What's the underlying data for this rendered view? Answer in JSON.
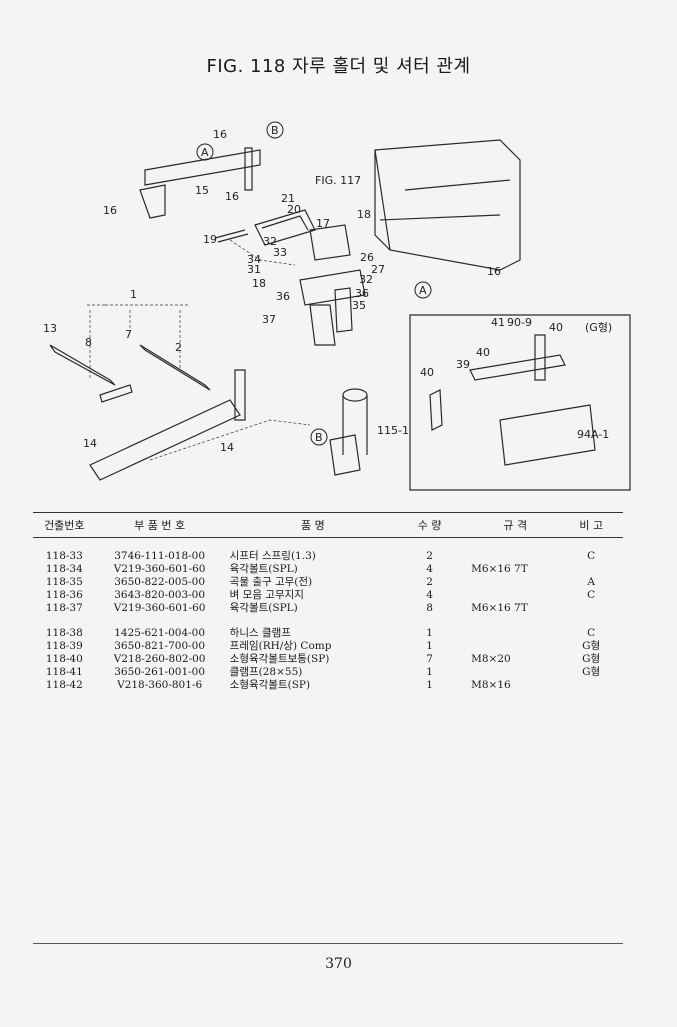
{
  "title": "FIG. 118 자루 홀더 및 셔터 관계",
  "diagram": {
    "callouts": [
      "16",
      "16",
      "15",
      "16",
      "16",
      "21",
      "20",
      "17",
      "18",
      "19",
      "32",
      "33",
      "34",
      "31",
      "26",
      "27",
      "32",
      "18",
      "36",
      "36",
      "35",
      "37",
      "16",
      "1",
      "13",
      "8",
      "7",
      "2",
      "14",
      "14",
      "41",
      "90-9",
      "40",
      "(G형)",
      "40",
      "40",
      "39",
      "94A-1",
      "115-1"
    ],
    "fig_ref": "FIG. 117",
    "markers": [
      "A",
      "B",
      "A",
      "B"
    ]
  },
  "table": {
    "headers": [
      "건출번호",
      "부 품 번 호",
      "품 명",
      "수 량",
      "규 격",
      "비 고"
    ],
    "rows": [
      {
        "ref": "118-33",
        "part": "3746-111-018-00",
        "name": "시프터 스프링(1.3)",
        "qty": "2",
        "spec": "",
        "note": "C"
      },
      {
        "ref": "118-34",
        "part": "V219-360-601-60",
        "name": "육각볼트(SPL)",
        "qty": "4",
        "spec": "M6×16 7T",
        "note": ""
      },
      {
        "ref": "118-35",
        "part": "3650-822-005-00",
        "name": "곡물 출구 고무(전)",
        "qty": "2",
        "spec": "",
        "note": "A"
      },
      {
        "ref": "118-36",
        "part": "3643-820-003-00",
        "name": "벼 모음 고무지지",
        "qty": "4",
        "spec": "",
        "note": "C"
      },
      {
        "ref": "118-37",
        "part": "V219-360-601-60",
        "name": "육각볼트(SPL)",
        "qty": "8",
        "spec": "M6×16 7T",
        "note": ""
      },
      {
        "ref": "118-38",
        "part": "1425-621-004-00",
        "name": "하니스 클램프",
        "qty": "1",
        "spec": "",
        "note": "C"
      },
      {
        "ref": "118-39",
        "part": "3650-821-700-00",
        "name": "프레임(RH/상) Comp",
        "qty": "1",
        "spec": "",
        "note": "G형"
      },
      {
        "ref": "118-40",
        "part": "V218-260-802-00",
        "name": "소형육각볼트보통(SP)",
        "qty": "7",
        "spec": "M8×20",
        "note": "G형"
      },
      {
        "ref": "118-41",
        "part": "3650-261-001-00",
        "name": "클램프(28×55)",
        "qty": "1",
        "spec": "",
        "note": "G형"
      },
      {
        "ref": "118-42",
        "part": "V218-360-801-6",
        "name": "소형육각볼트(SP)",
        "qty": "1",
        "spec": "M8×16",
        "note": ""
      }
    ]
  },
  "page_number": "370"
}
